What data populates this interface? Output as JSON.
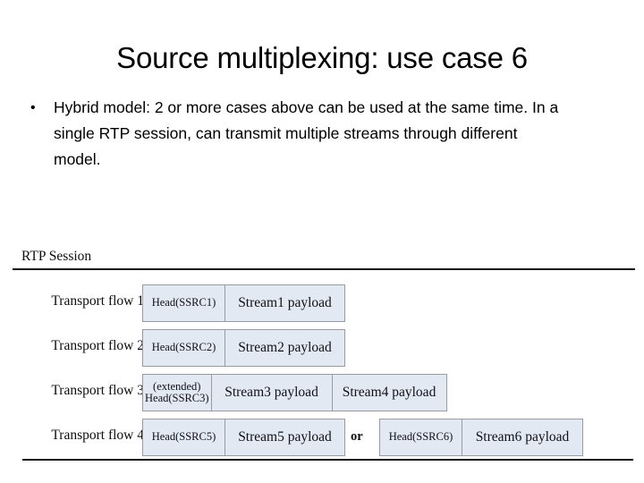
{
  "slide": {
    "title": "Source multiplexing: use case 6",
    "bullets": [
      {
        "marker": "•",
        "text": "Hybrid model: 2 or more cases above can be used at the same time. In a single RTP session, can transmit multiple streams through different model."
      }
    ]
  },
  "figure": {
    "session_label": "RTP Session",
    "or_label": "or",
    "rows": [
      {
        "label": "Transport flow  1",
        "groups": [
          {
            "boxes": [
              {
                "kind": "head",
                "text": "Head(SSRC1)"
              },
              {
                "kind": "payload",
                "text": "Stream1 payload"
              }
            ]
          }
        ]
      },
      {
        "label": "Transport flow 2",
        "groups": [
          {
            "boxes": [
              {
                "kind": "head",
                "text": "Head(SSRC2)"
              },
              {
                "kind": "payload",
                "text": "Stream2 payload"
              }
            ]
          }
        ]
      },
      {
        "label": "Transport flow 3",
        "groups": [
          {
            "boxes": [
              {
                "kind": "head-two-line",
                "line1": "(extended)",
                "line2": "Head(SSRC3)"
              },
              {
                "kind": "payload",
                "text": "Stream3 payload"
              },
              {
                "kind": "payload",
                "text": "Stream4 payload"
              }
            ]
          }
        ]
      },
      {
        "label": "Transport flow 4",
        "groups": [
          {
            "boxes": [
              {
                "kind": "head",
                "text": "Head(SSRC5)"
              },
              {
                "kind": "payload",
                "text": "Stream5 payload"
              }
            ]
          },
          {
            "boxes": [
              {
                "kind": "head",
                "text": "Head(SSRC6)"
              },
              {
                "kind": "payload",
                "text": "Stream6 payload"
              }
            ]
          }
        ]
      }
    ]
  },
  "colors": {
    "box_fill": "#e3e9f3",
    "box_border": "#9a9aa2",
    "rule": "#111111",
    "text": "#000000"
  }
}
